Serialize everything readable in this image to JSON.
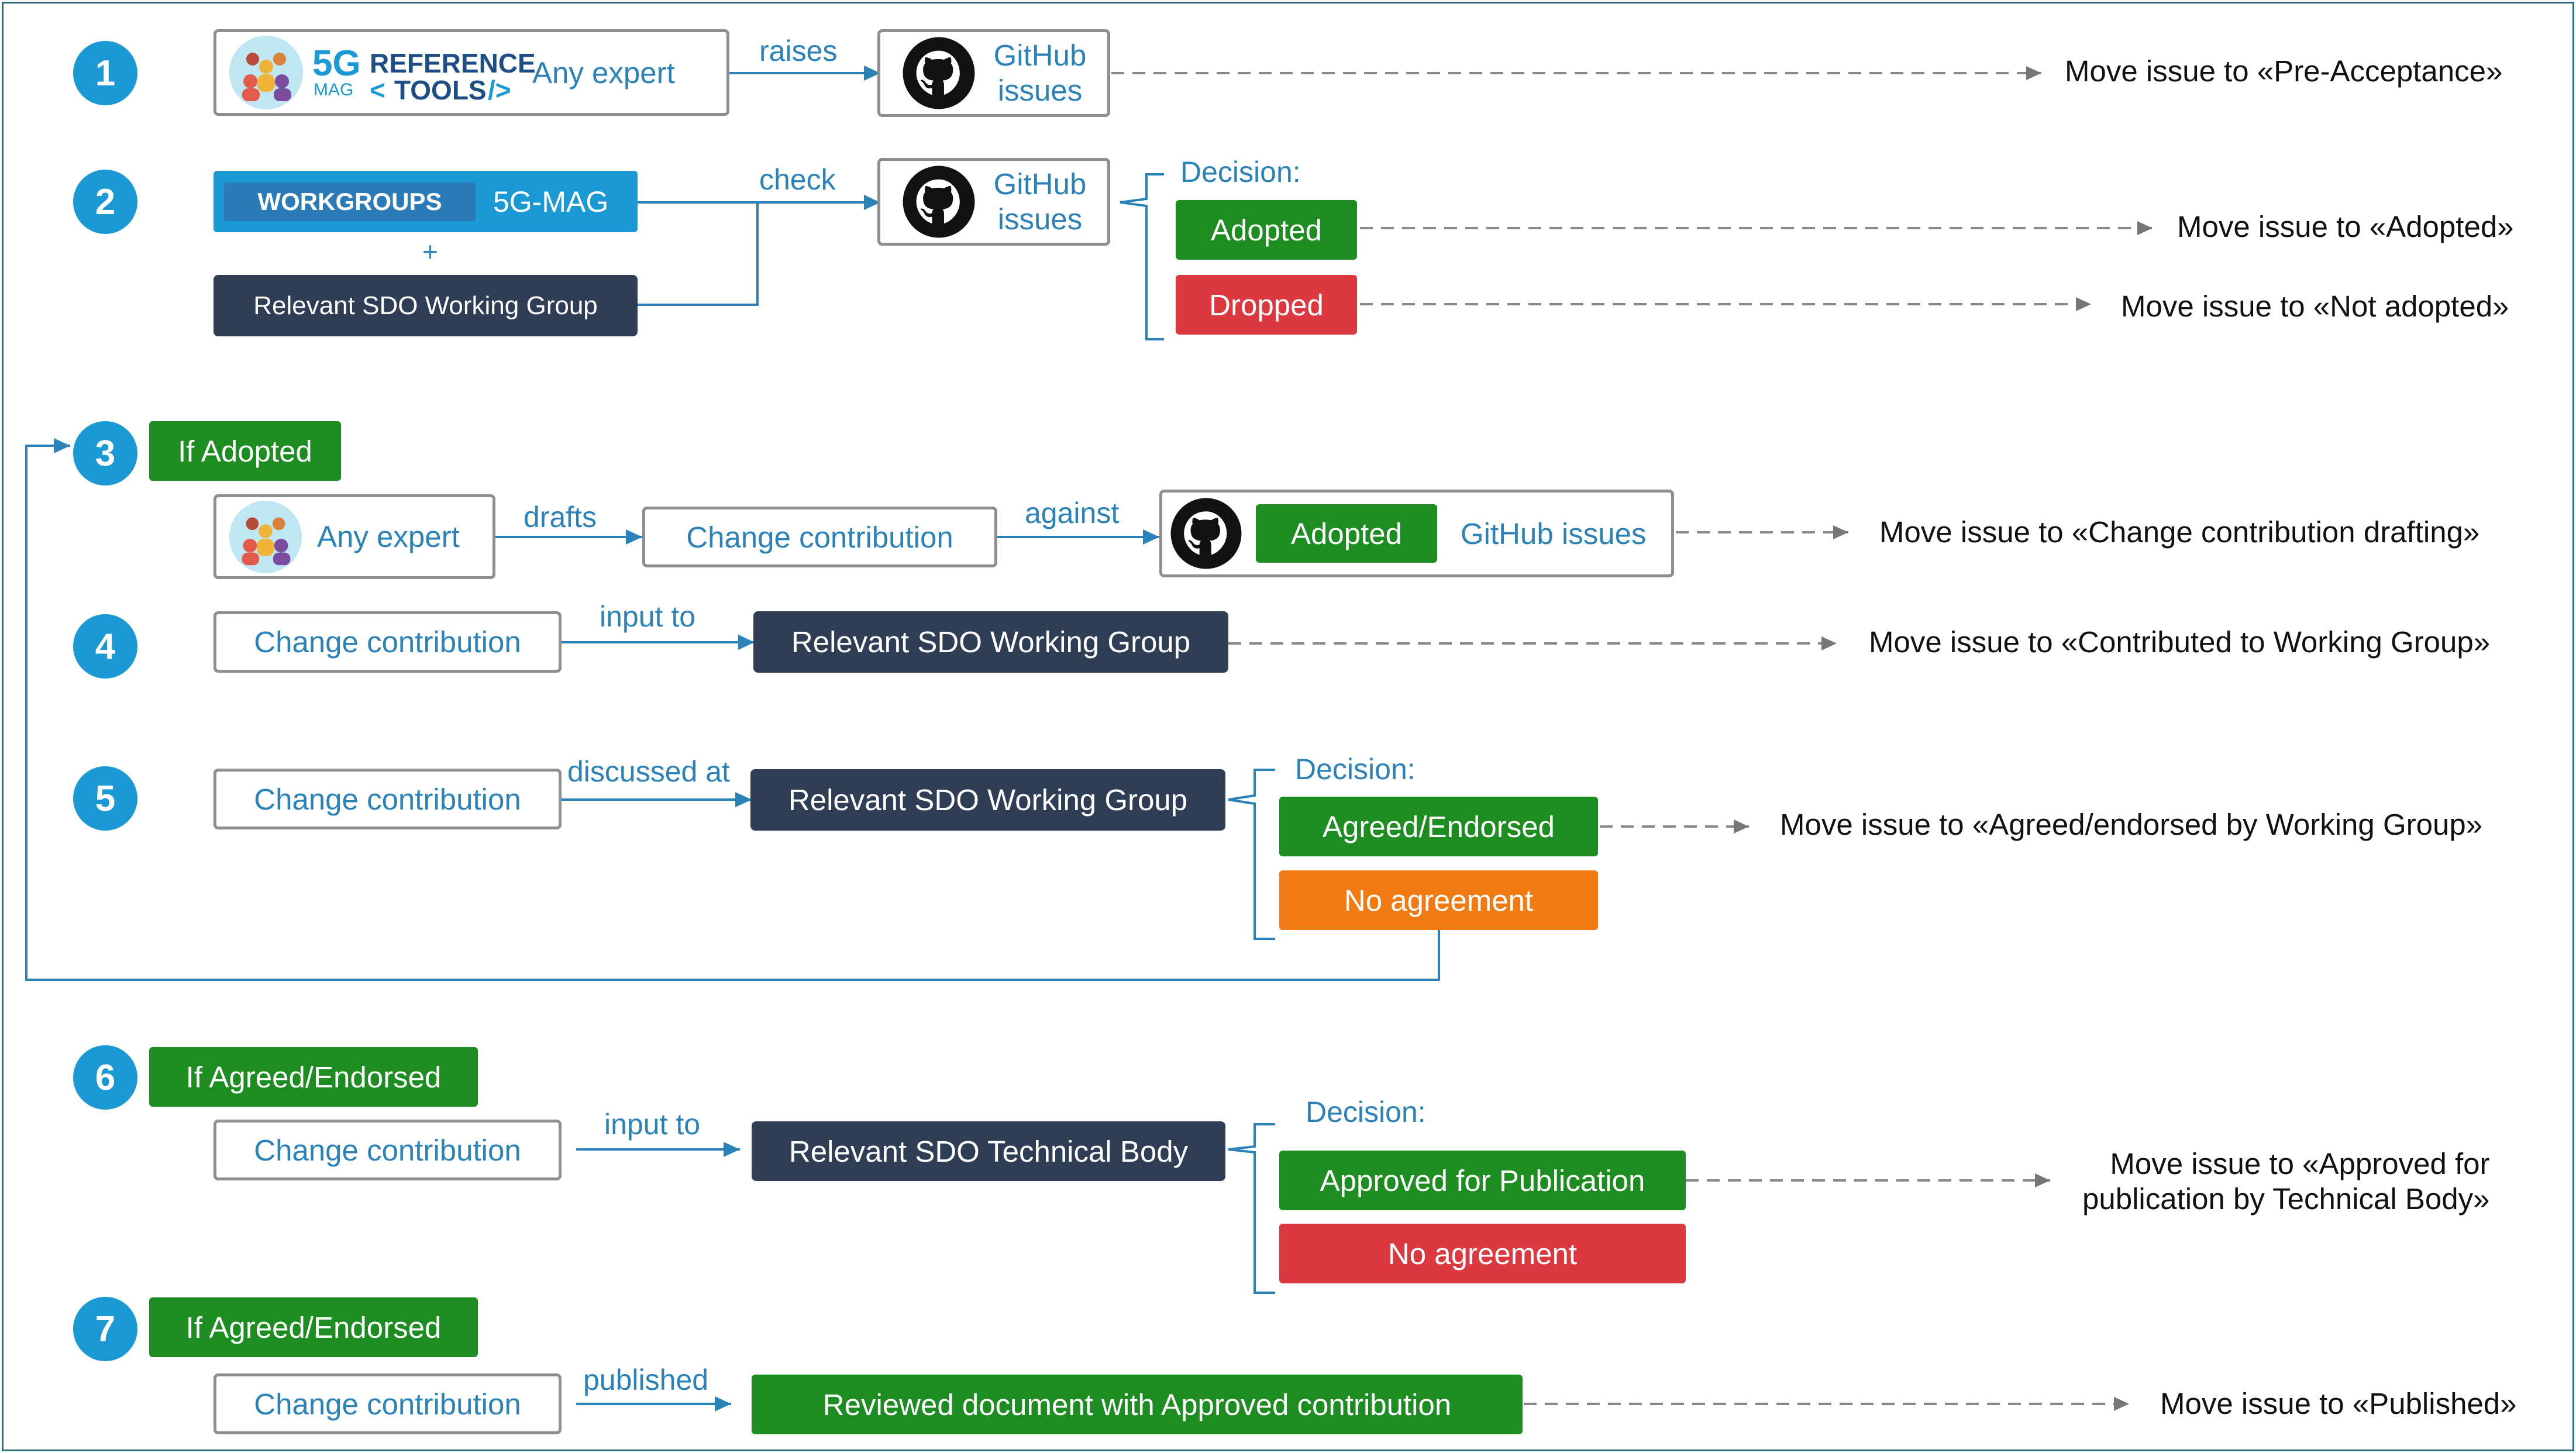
{
  "steps": [
    "1",
    "2",
    "3",
    "4",
    "5",
    "6",
    "7"
  ],
  "colors": {
    "accent": "#1a99d4",
    "dark": "#2f3d55",
    "green": "#1d8c21",
    "red": "#dc3840",
    "orange": "#f27a12",
    "frame": "#2c6e78"
  },
  "row1": {
    "logo_5g": "5G",
    "logo_mag": "MAG",
    "logo_reference": "REFERENCE",
    "logo_tools": "TOOLS",
    "logo_brackets_open": "<",
    "logo_brackets_close": "/>",
    "expert": "Any expert",
    "verb": "raises",
    "github": "GitHub",
    "issues": "issues",
    "move": "Move issue to «Pre-Acceptance»"
  },
  "row2": {
    "workgroups": "WORKGROUPS",
    "fivegmag": "5G-MAG",
    "plus": "+",
    "sdo_wg": "Relevant SDO Working Group",
    "verb": "check",
    "github": "GitHub",
    "issues": "issues",
    "decision": "Decision:",
    "adopted": "Adopted",
    "dropped": "Dropped",
    "move_adopted": "Move issue to «Adopted»",
    "move_not_adopted": "Move issue to «Not adopted»"
  },
  "row3": {
    "condition": "If Adopted",
    "expert": "Any expert",
    "verb1": "drafts",
    "change": "Change contribution",
    "verb2": "against",
    "adopted": "Adopted",
    "github_issues": "GitHub issues",
    "move": "Move issue to «Change contribution drafting»"
  },
  "row4": {
    "change": "Change contribution",
    "verb": "input to",
    "target": "Relevant SDO Working Group",
    "move": "Move issue to «Contributed to Working Group»"
  },
  "row5": {
    "change": "Change contribution",
    "verb": "discussed at",
    "target": "Relevant SDO Working Group",
    "decision": "Decision:",
    "agreed": "Agreed/Endorsed",
    "no_agreement": "No agreement",
    "move": "Move issue to «Agreed/endorsed by Working Group»"
  },
  "row6": {
    "condition": "If Agreed/Endorsed",
    "change": "Change contribution",
    "verb": "input to",
    "target": "Relevant SDO Technical Body",
    "decision": "Decision:",
    "approved": "Approved for Publication",
    "no_agreement": "No agreement",
    "move_line1": "Move issue to «Approved for",
    "move_line2": "publication by Technical Body»"
  },
  "row7": {
    "condition": "If Agreed/Endorsed",
    "change": "Change contribution",
    "verb": "published",
    "target": "Reviewed document with Approved contribution",
    "move": "Move issue to «Published»"
  }
}
